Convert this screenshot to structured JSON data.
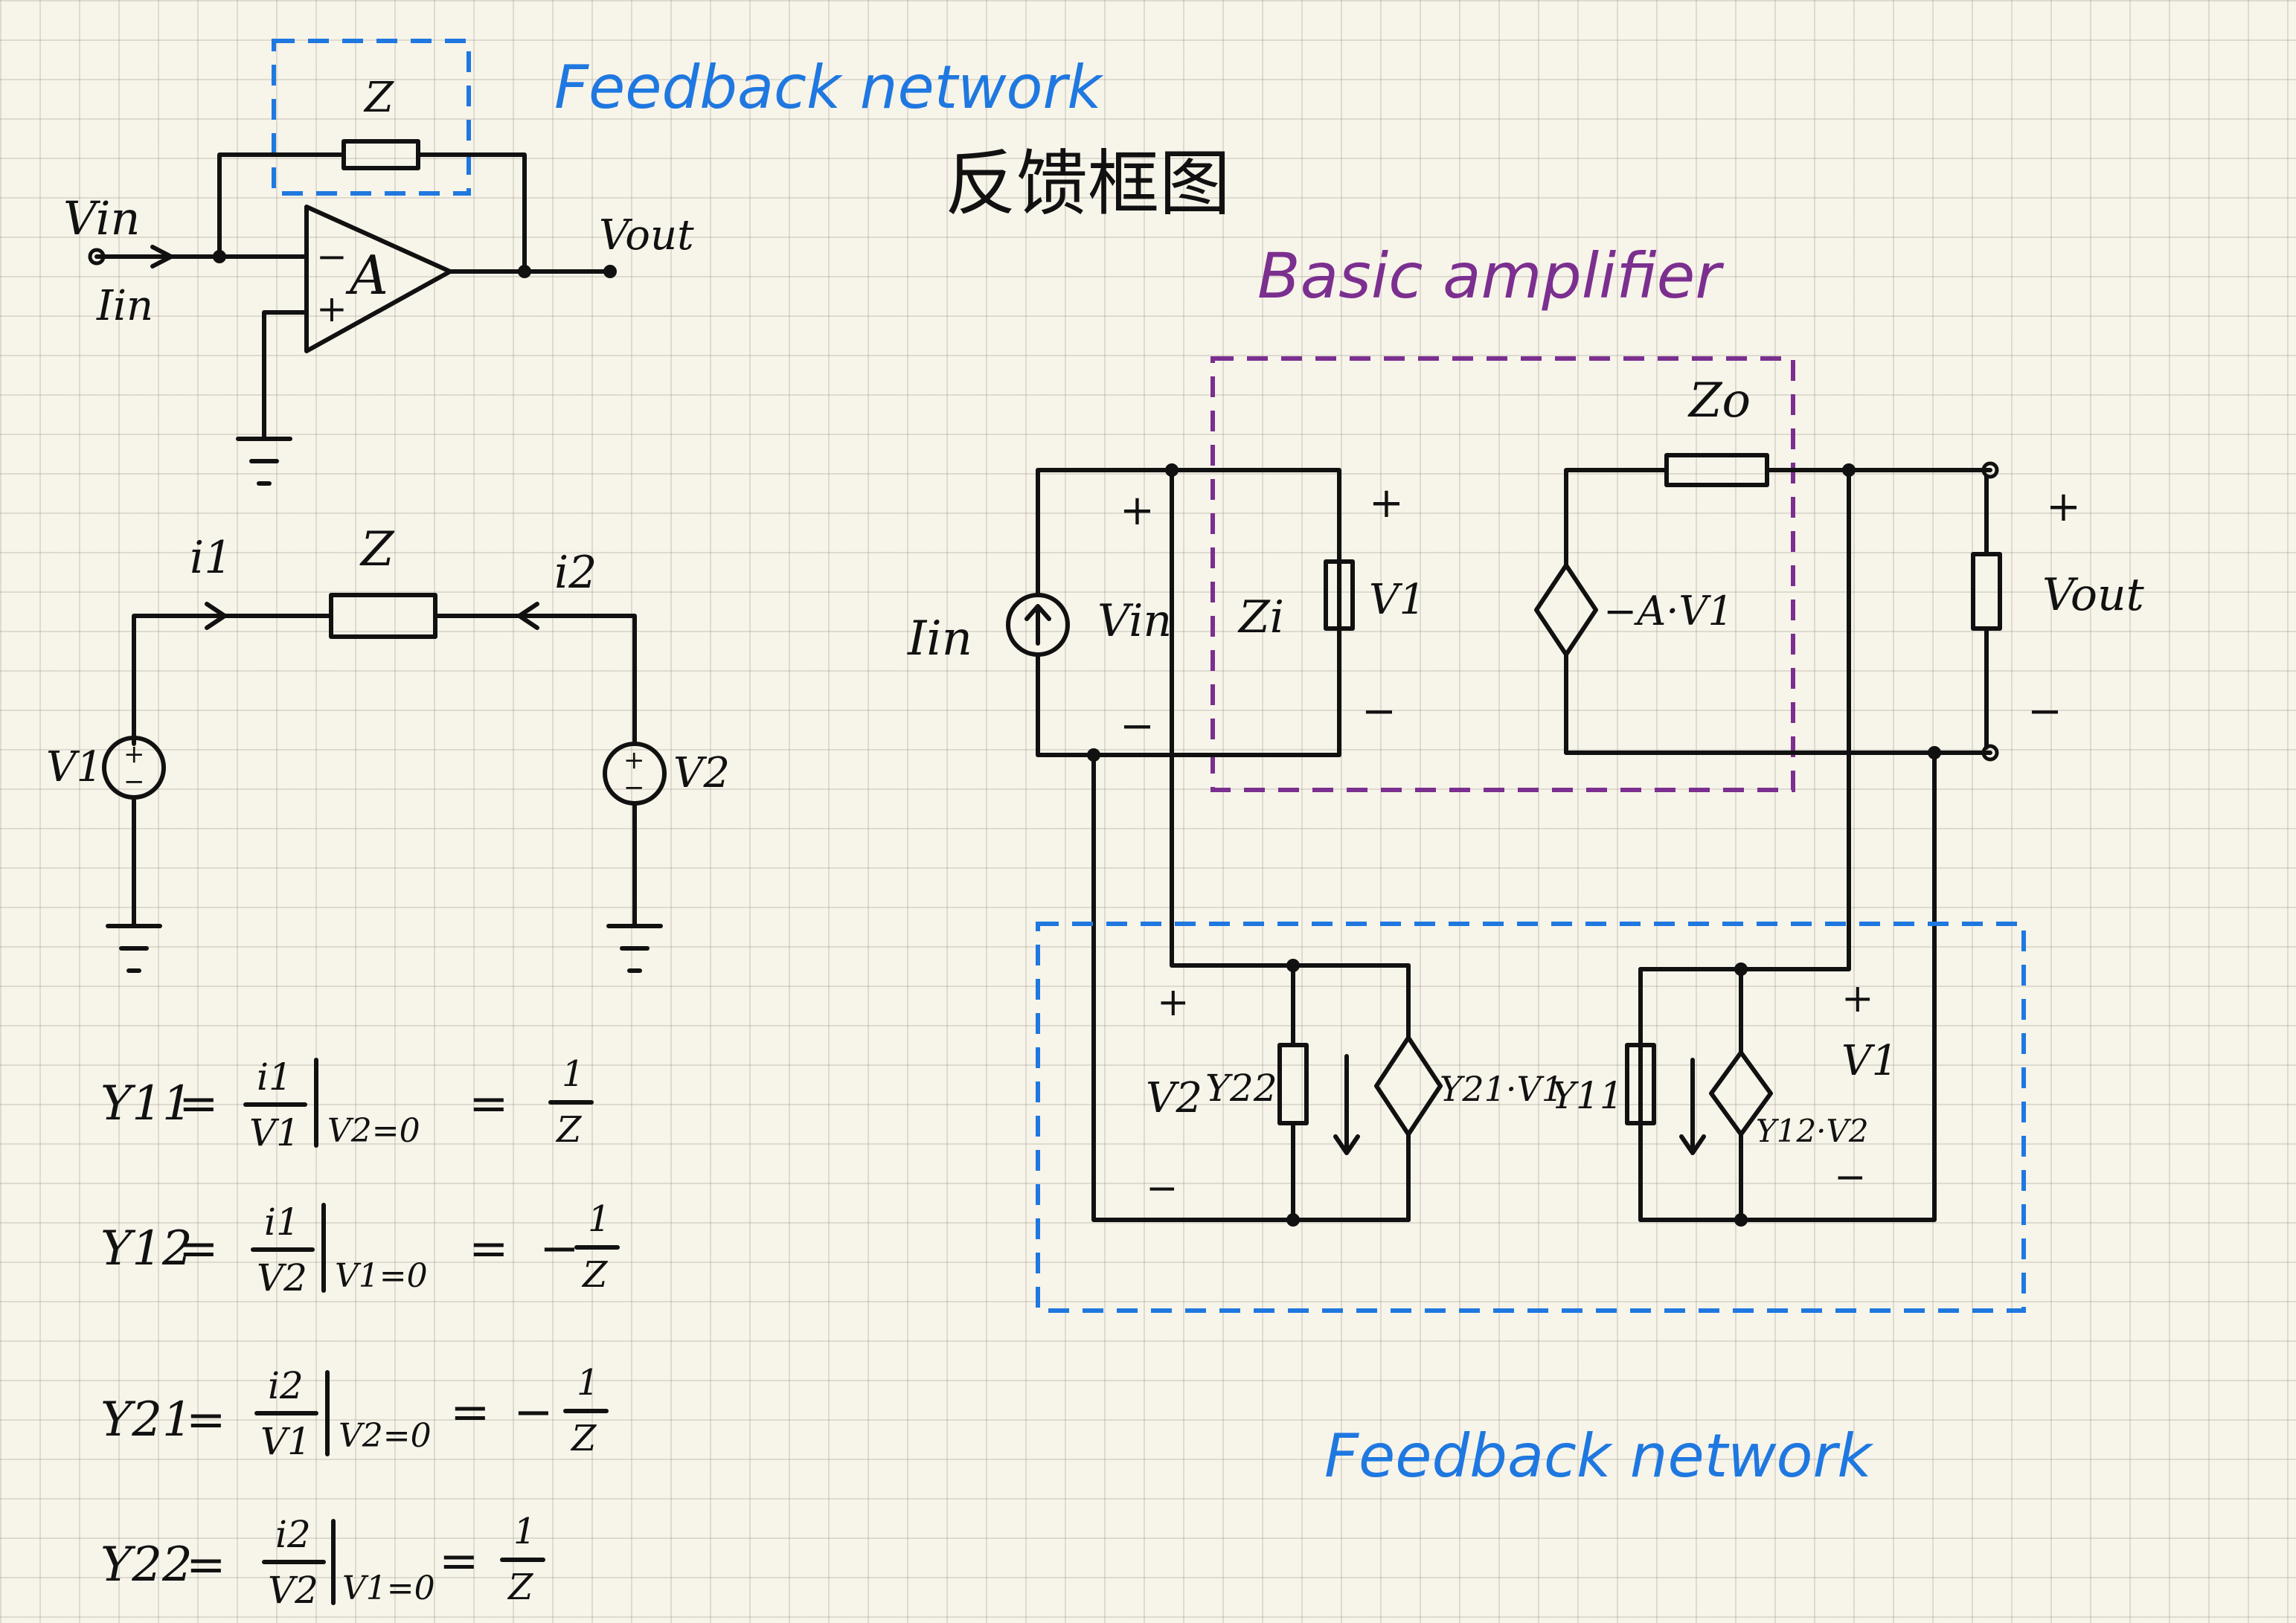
{
  "labels": {
    "feedback_network_top": "Feedback network",
    "feedback_network_bottom": "Feedback network",
    "basic_amplifier": "Basic amplifier",
    "block_diagram_title": "反馈框图",
    "vin": "Vin",
    "iin": "Iin",
    "vout": "Vout",
    "z_top": "Z",
    "amp_a": "A",
    "minus": "−",
    "plus": "+",
    "i1": "i1",
    "i2": "i2",
    "z_mid": "Z",
    "v1_src": "V1",
    "v2_src": "V2",
    "iin_right": "Iin",
    "vin_right": "Vin",
    "zi": "Zi",
    "v1_right": "V1",
    "zo": "Zo",
    "dep_src": "−A·V1",
    "vout_right": "Vout",
    "v2_fb": "V2",
    "y22": "Y22",
    "y21v1": "Y21·V1",
    "y11": "Y11",
    "y12v2": "Y12·V2",
    "v1_fb": "V1"
  },
  "equations": [
    {
      "lhs": "Y11",
      "num": "i1",
      "den": "V1",
      "cond": "V2=0",
      "rhs": "=",
      "rnum": "1",
      "rden": "Z",
      "sign": ""
    },
    {
      "lhs": "Y12",
      "num": "i1",
      "den": "V2",
      "cond": "V1=0",
      "rhs": "=",
      "rnum": "1",
      "rden": "Z",
      "sign": "−"
    },
    {
      "lhs": "Y21",
      "num": "i2",
      "den": "V1",
      "cond": "V2=0",
      "rhs": "=",
      "rnum": "1",
      "rden": "Z",
      "sign": "−"
    },
    {
      "lhs": "Y22",
      "num": "i2",
      "den": "V2",
      "cond": "V1=0",
      "rhs": "=",
      "rnum": "1",
      "rden": "Z",
      "sign": ""
    }
  ],
  "colors": {
    "ink": "#111111",
    "blue": "#1f78e0",
    "purple": "#7b2f8f",
    "paper": "#f7f4e9"
  }
}
